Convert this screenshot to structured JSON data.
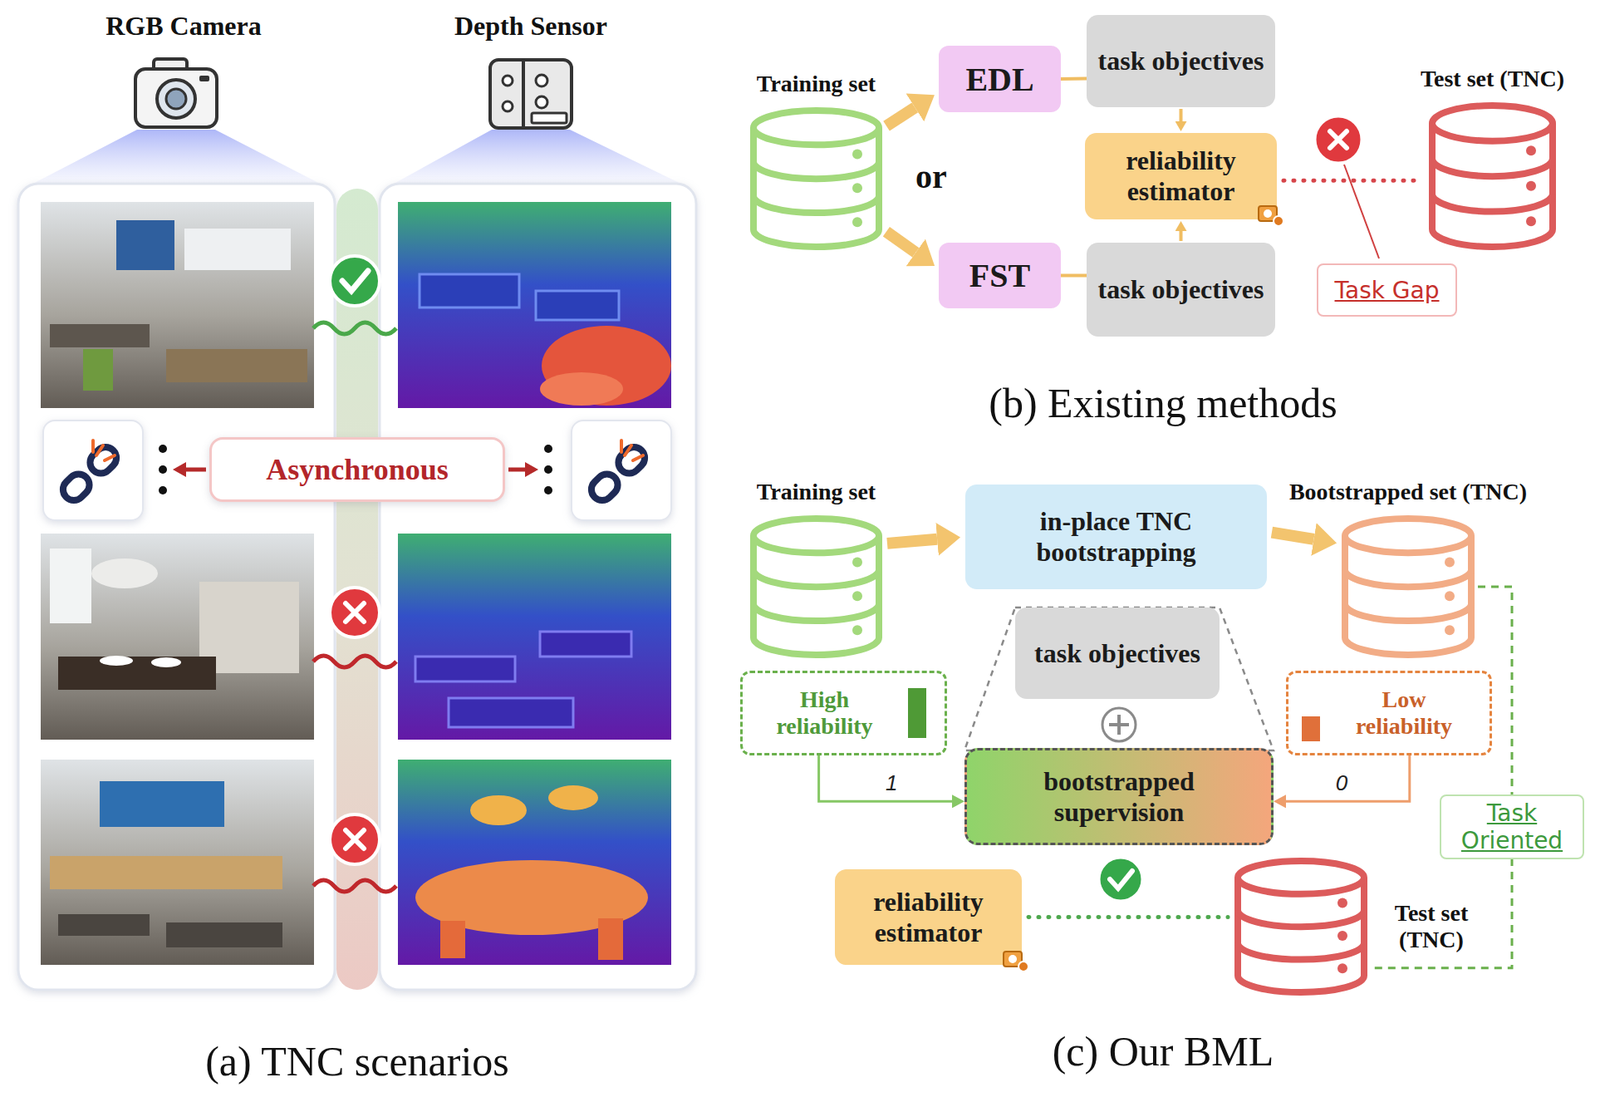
{
  "diagram": {
    "nodes": [
      {
        "text": [
          "Asynchronous"
        ]
      },
      {
        "text": [
          "Training set"
        ]
      },
      {
        "text": [
          "EDL"
        ]
      },
      {
        "text": [
          "task objectives"
        ]
      },
      {
        "text": [
          "reliability estimator"
        ]
      },
      {
        "text": [
          "Test set (TNC)"
        ]
      },
      {
        "text": [
          "FST"
        ]
      },
      {
        "text": [
          "task objectives"
        ]
      },
      {
        "text": [
          "Task Gap"
        ]
      },
      {
        "text": [
          "Training set"
        ]
      },
      {
        "text": [
          "in-place TNC bootstrapping"
        ]
      },
      {
        "text": [
          "Bootstrapped set (TNC)"
        ]
      },
      {
        "text": [
          "task objectives"
        ]
      },
      {
        "text": [
          "High reliability"
        ]
      },
      {
        "text": [
          "Low reliability"
        ]
      },
      {
        "text": [
          "bootstrapped supervision"
        ]
      },
      {
        "text": [
          "reliability estimator"
        ]
      },
      {
        "text": [
          "Test set (TNC)"
        ]
      }
    ],
    "edges": [
      {
        "from": 1,
        "to": 2,
        "arrow": "to"
      },
      {
        "from": 1,
        "to": 6,
        "arrow": "to"
      },
      {
        "from": 2,
        "to": 3,
        "arrow": "none"
      },
      {
        "from": 6,
        "to": 7,
        "arrow": "none"
      },
      {
        "from": 3,
        "to": 4,
        "arrow": "to"
      },
      {
        "from": 7,
        "to": 4,
        "arrow": "to"
      },
      {
        "from": 4,
        "to": 5,
        "arrow": "none"
      },
      {
        "from": 9,
        "to": 10,
        "arrow": "to"
      },
      {
        "from": 10,
        "to": 11,
        "arrow": "to"
      },
      {
        "from": 13,
        "to": 15,
        "label": "1",
        "arrow": "to"
      },
      {
        "from": 14,
        "to": 15,
        "label": "0",
        "arrow": "to"
      },
      {
        "from": 11,
        "to": 17,
        "label": "Task Oriented",
        "arrow": "none"
      },
      {
        "from": 16,
        "to": 17,
        "arrow": "none"
      }
    ],
    "labels": [
      "RGB Camera",
      "Depth Sensor",
      "or",
      "(a) TNC scenarios",
      "(b) Existing methods",
      "(c) Our BML"
    ]
  }
}
